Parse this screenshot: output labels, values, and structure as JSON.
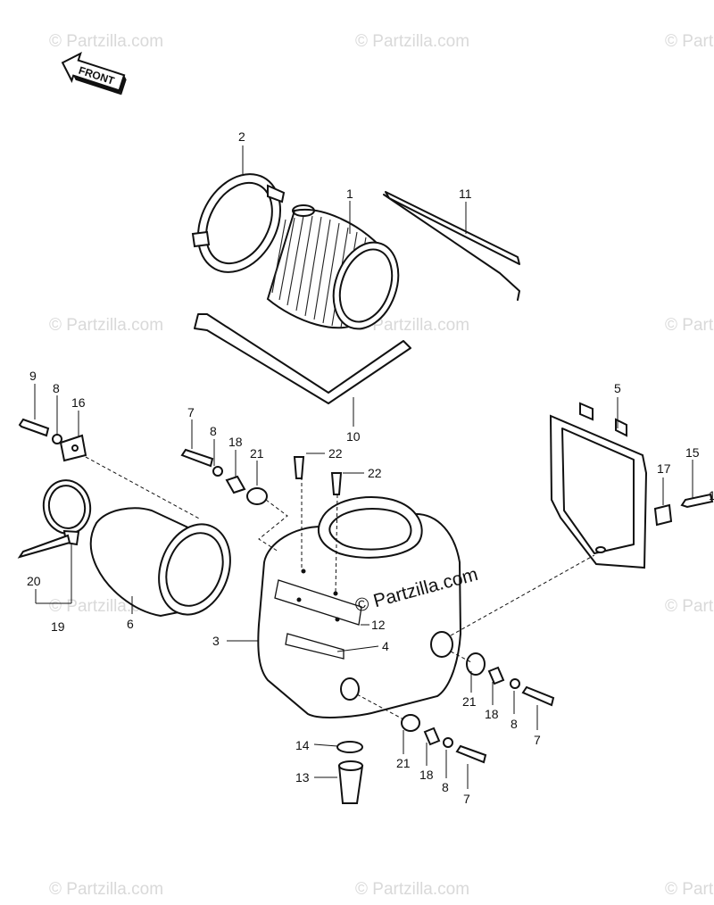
{
  "front_label": "FRONT",
  "watermark_text": "© Partzilla.com",
  "center_watermark_text": "© Partzilla.com",
  "callouts": [
    "1",
    "2",
    "3",
    "4",
    "5",
    "6",
    "7",
    "8",
    "9",
    "10",
    "11",
    "12",
    "13",
    "14",
    "15",
    "16",
    "17",
    "18",
    "19",
    "20",
    "21",
    "22"
  ],
  "extra_callouts": {
    "c7b": "7",
    "c7c": "7",
    "c8b": "8",
    "c8c": "8",
    "c8d": "8",
    "c18b": "18",
    "c18c": "18",
    "c21b": "21",
    "c21c": "21",
    "c22b": "22",
    "c15cut": "1"
  }
}
